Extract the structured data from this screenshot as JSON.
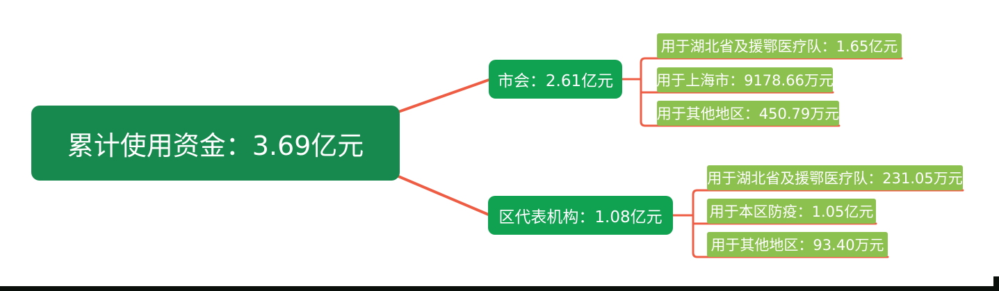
{
  "colors": {
    "root_bg": "#17894E",
    "branch_bg": "#10A251",
    "leaf_bg": "#8CC04F",
    "line": "#EE5C44",
    "text": "#FFFFFF",
    "bottom_bar": "#0B0F0C"
  },
  "mindmap": {
    "root": {
      "label": "累计使用资金：3.69亿元"
    },
    "branches": [
      {
        "label": "市会：2.61亿元",
        "children": [
          {
            "label": "用于湖北省及援鄂医疗队：1.65亿元"
          },
          {
            "label": "用于上海市：9178.66万元"
          },
          {
            "label": "用于其他地区：450.79万元"
          }
        ]
      },
      {
        "label": "区代表机构：1.08亿元",
        "children": [
          {
            "label": "用于湖北省及援鄂医疗队：231.05万元"
          },
          {
            "label": "用于本区防疫：1.05亿元"
          },
          {
            "label": "用于其他地区：93.40万元"
          }
        ]
      }
    ]
  }
}
